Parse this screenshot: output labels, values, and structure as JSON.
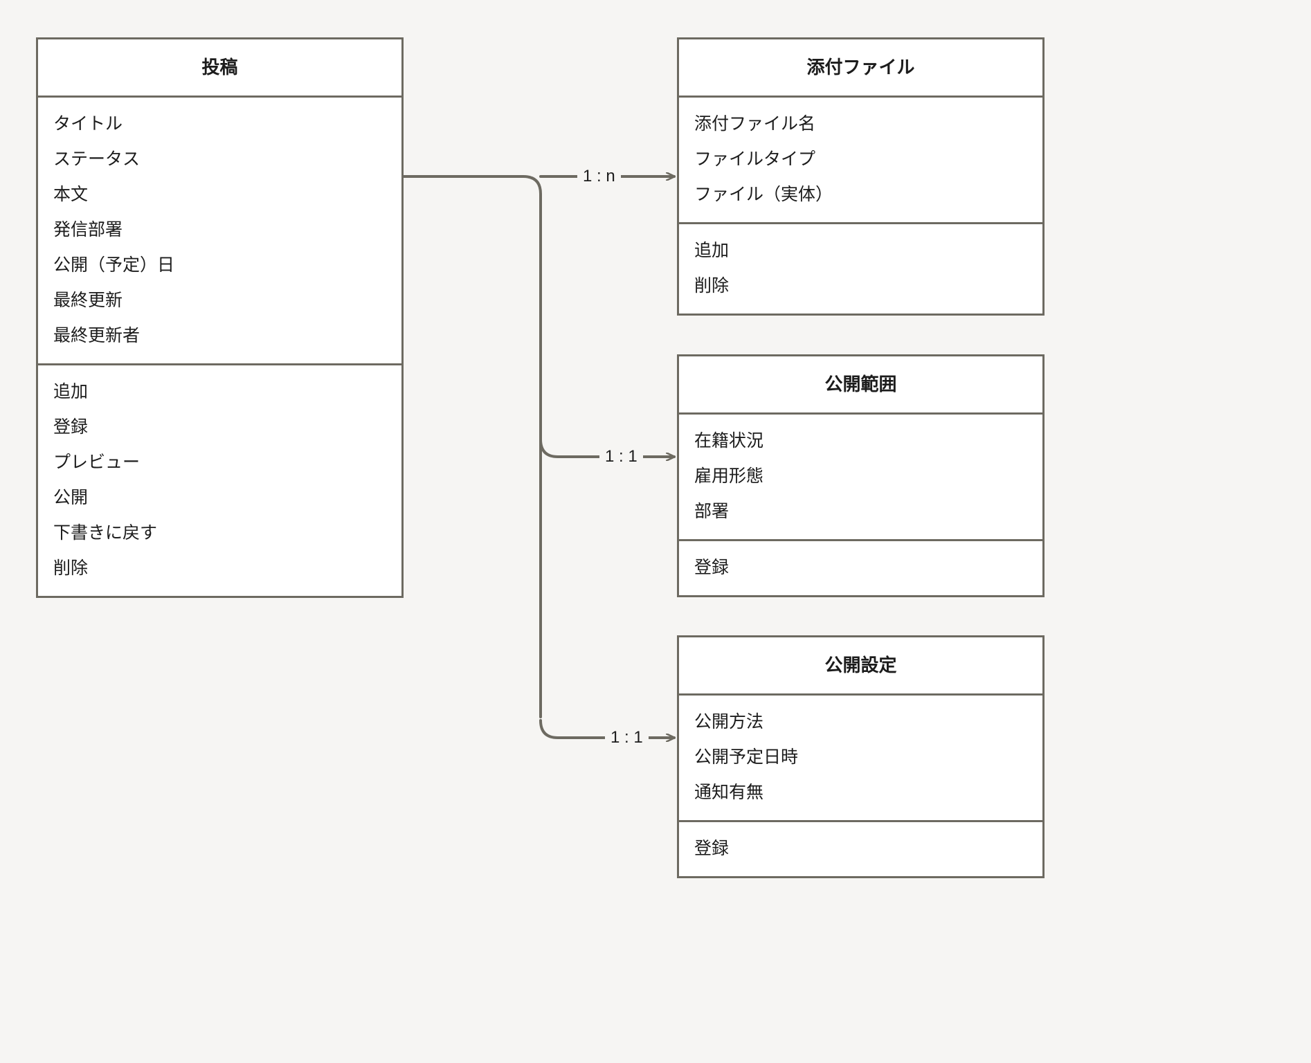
{
  "diagram": {
    "type": "uml-class-diagram",
    "background_color": "#f6f5f3",
    "line_color": "#6d6a61",
    "box_fill": "#ffffff",
    "text_color": "#1c1c1c"
  },
  "classes": {
    "post": {
      "title": "投稿",
      "attributes": [
        "タイトル",
        "ステータス",
        "本文",
        "発信部署",
        "公開（予定）日",
        "最終更新",
        "最終更新者"
      ],
      "operations": [
        "追加",
        "登録",
        "プレビュー",
        "公開",
        "下書きに戻す",
        "削除"
      ]
    },
    "attachment": {
      "title": "添付ファイル",
      "attributes": [
        "添付ファイル名",
        "ファイルタイプ",
        "ファイル（実体）"
      ],
      "operations": [
        "追加",
        "削除"
      ]
    },
    "scope": {
      "title": "公開範囲",
      "attributes": [
        "在籍状況",
        "雇用形態",
        "部署"
      ],
      "operations": [
        "登録"
      ]
    },
    "publish_settings": {
      "title": "公開設定",
      "attributes": [
        "公開方法",
        "公開予定日時",
        "通知有無"
      ],
      "operations": [
        "登録"
      ]
    }
  },
  "relationships": [
    {
      "id": "post-attachment",
      "label": "1 : n",
      "from": "投稿",
      "to": "添付ファイル"
    },
    {
      "id": "post-scope",
      "label": "1 : 1",
      "from": "投稿",
      "to": "公開範囲"
    },
    {
      "id": "post-publish-settings",
      "label": "1 : 1",
      "from": "投稿",
      "to": "公開設定"
    }
  ]
}
